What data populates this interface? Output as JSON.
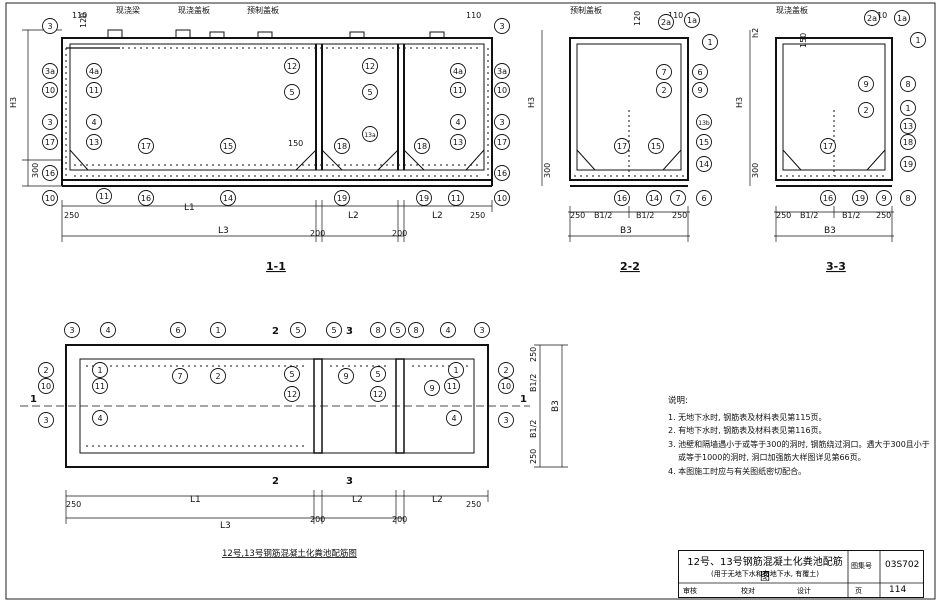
{
  "top_labels": {
    "cast_beam": "现浇梁",
    "cast_cover": "现浇盖板",
    "precast_cover": "预制盖板"
  },
  "dims": {
    "d110": "110",
    "d120": "120",
    "d150": "150",
    "d250": "250",
    "d300": "300",
    "d200": "200",
    "h2": "h2",
    "h3": "H3",
    "l1": "L1",
    "l2": "L2",
    "l3": "L3",
    "b1_half": "B1/2",
    "b3": "B3"
  },
  "sections": {
    "s11": "1-1",
    "s22": "2-2",
    "s33": "3-3",
    "cut1": "1",
    "cut2": "2",
    "cut3": "3"
  },
  "plan_caption": "12号,13号钢筋混凝土化粪池配筋图",
  "marks": [
    "1",
    "1a",
    "2",
    "2a",
    "3",
    "3a",
    "4",
    "4a",
    "5",
    "6",
    "7",
    "8",
    "9",
    "10",
    "11",
    "12",
    "13",
    "13a",
    "13b",
    "14",
    "15",
    "16",
    "17",
    "18",
    "19"
  ],
  "notes": {
    "heading": "说明:",
    "items": [
      "1. 无地下水时, 钢筋表及材料表见第115页。",
      "2. 有地下水时, 钢筋表及材料表见第116页。",
      "3. 池壁和隔墙遇小于或等于300的洞时, 钢筋绕过洞口。遇大于300且小于或等于1000的洞时, 洞口加强筋大样图详见第66页。",
      "4. 本图施工时应与有关图纸密切配合。"
    ]
  },
  "title_block": {
    "title": "12号、13号钢筋混凝土化粪池配筋图",
    "subtitle": "(用于无地下水和有地下水, 有覆土)",
    "atlas_label": "图集号",
    "atlas_no": "03S702",
    "page_label": "页",
    "page_no": "114",
    "review_label": "审核",
    "check_label": "校对",
    "design_label": "设计"
  }
}
